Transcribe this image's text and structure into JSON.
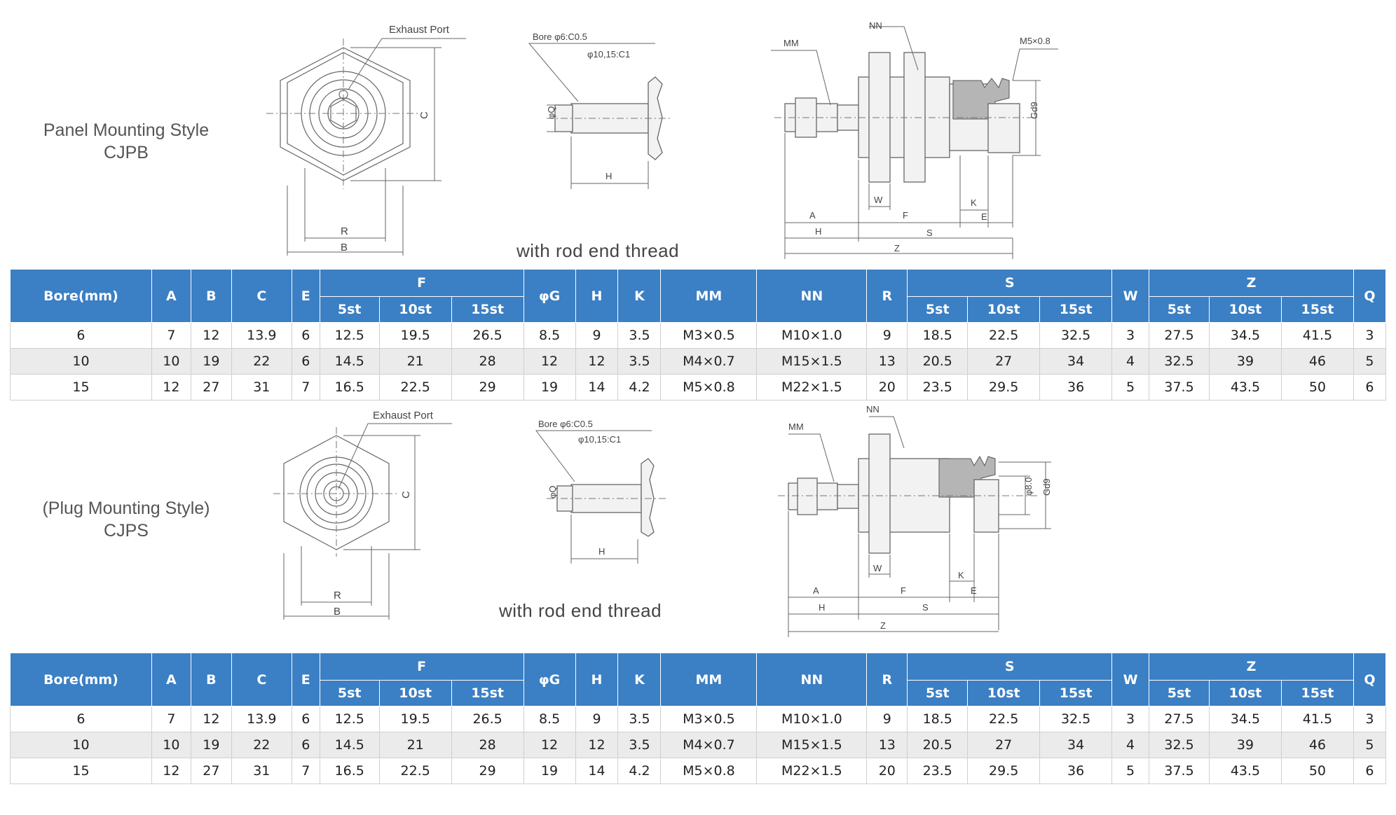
{
  "sections": [
    {
      "style_title_line1": "Panel Mounting Style",
      "style_title_line2": "CJPB",
      "caption": "with rod end thread",
      "labels": {
        "exhaust_port": "Exhaust Port",
        "c": "C",
        "r": "R",
        "b": "B",
        "bore_chamfer": "Bore φ6:C0.5",
        "rod_chamfer": "φ10,15:C1",
        "q": "φQ",
        "h": "H",
        "mm": "MM",
        "nn": "NN",
        "port_thread": "M5×0.8",
        "gd9": "Gd9",
        "w": "W",
        "k": "K",
        "a": "A",
        "f": "F",
        "e": "E",
        "h2": "H",
        "s": "S",
        "z": "Z"
      }
    },
    {
      "style_title_line1": "(Plug Mounting Style)",
      "style_title_line2": "CJPS",
      "caption": "with rod end thread",
      "labels": {
        "exhaust_port": "Exhaust Port",
        "c": "C",
        "r": "R",
        "b": "B",
        "bore_chamfer": "Bore φ6:C0.5",
        "rod_chamfer": "φ10,15:C1",
        "q": "φQ",
        "h": "H",
        "mm": "MM",
        "nn": "NN",
        "phi8": "φ8.0",
        "gd9": "Gd9",
        "w": "W",
        "k": "K",
        "a": "A",
        "f": "F",
        "e": "E",
        "h2": "H",
        "s": "S",
        "z": "Z"
      }
    }
  ],
  "table": {
    "headers": {
      "bore": "Bore(mm)",
      "a": "A",
      "b": "B",
      "c": "C",
      "e": "E",
      "f": "F",
      "g": "φG",
      "h": "H",
      "k": "K",
      "mm": "MM",
      "nn": "NN",
      "r": "R",
      "s": "S",
      "w": "W",
      "z": "Z",
      "q": "Q",
      "st5": "5st",
      "st10": "10st",
      "st15": "15st"
    },
    "rows": [
      [
        "6",
        "7",
        "12",
        "13.9",
        "6",
        "12.5",
        "19.5",
        "26.5",
        "8.5",
        "9",
        "3.5",
        "M3×0.5",
        "M10×1.0",
        "9",
        "18.5",
        "22.5",
        "32.5",
        "3",
        "27.5",
        "34.5",
        "41.5",
        "3"
      ],
      [
        "10",
        "10",
        "19",
        "22",
        "6",
        "14.5",
        "21",
        "28",
        "12",
        "12",
        "3.5",
        "M4×0.7",
        "M15×1.5",
        "13",
        "20.5",
        "27",
        "34",
        "4",
        "32.5",
        "39",
        "46",
        "5"
      ],
      [
        "15",
        "12",
        "27",
        "31",
        "7",
        "16.5",
        "22.5",
        "29",
        "19",
        "14",
        "4.2",
        "M5×0.8",
        "M22×1.5",
        "20",
        "23.5",
        "29.5",
        "36",
        "5",
        "37.5",
        "43.5",
        "50",
        "6"
      ]
    ]
  },
  "colors": {
    "header_bg": "#3b7fc4",
    "header_text": "#ffffff",
    "alt_row": "#ebebeb"
  }
}
